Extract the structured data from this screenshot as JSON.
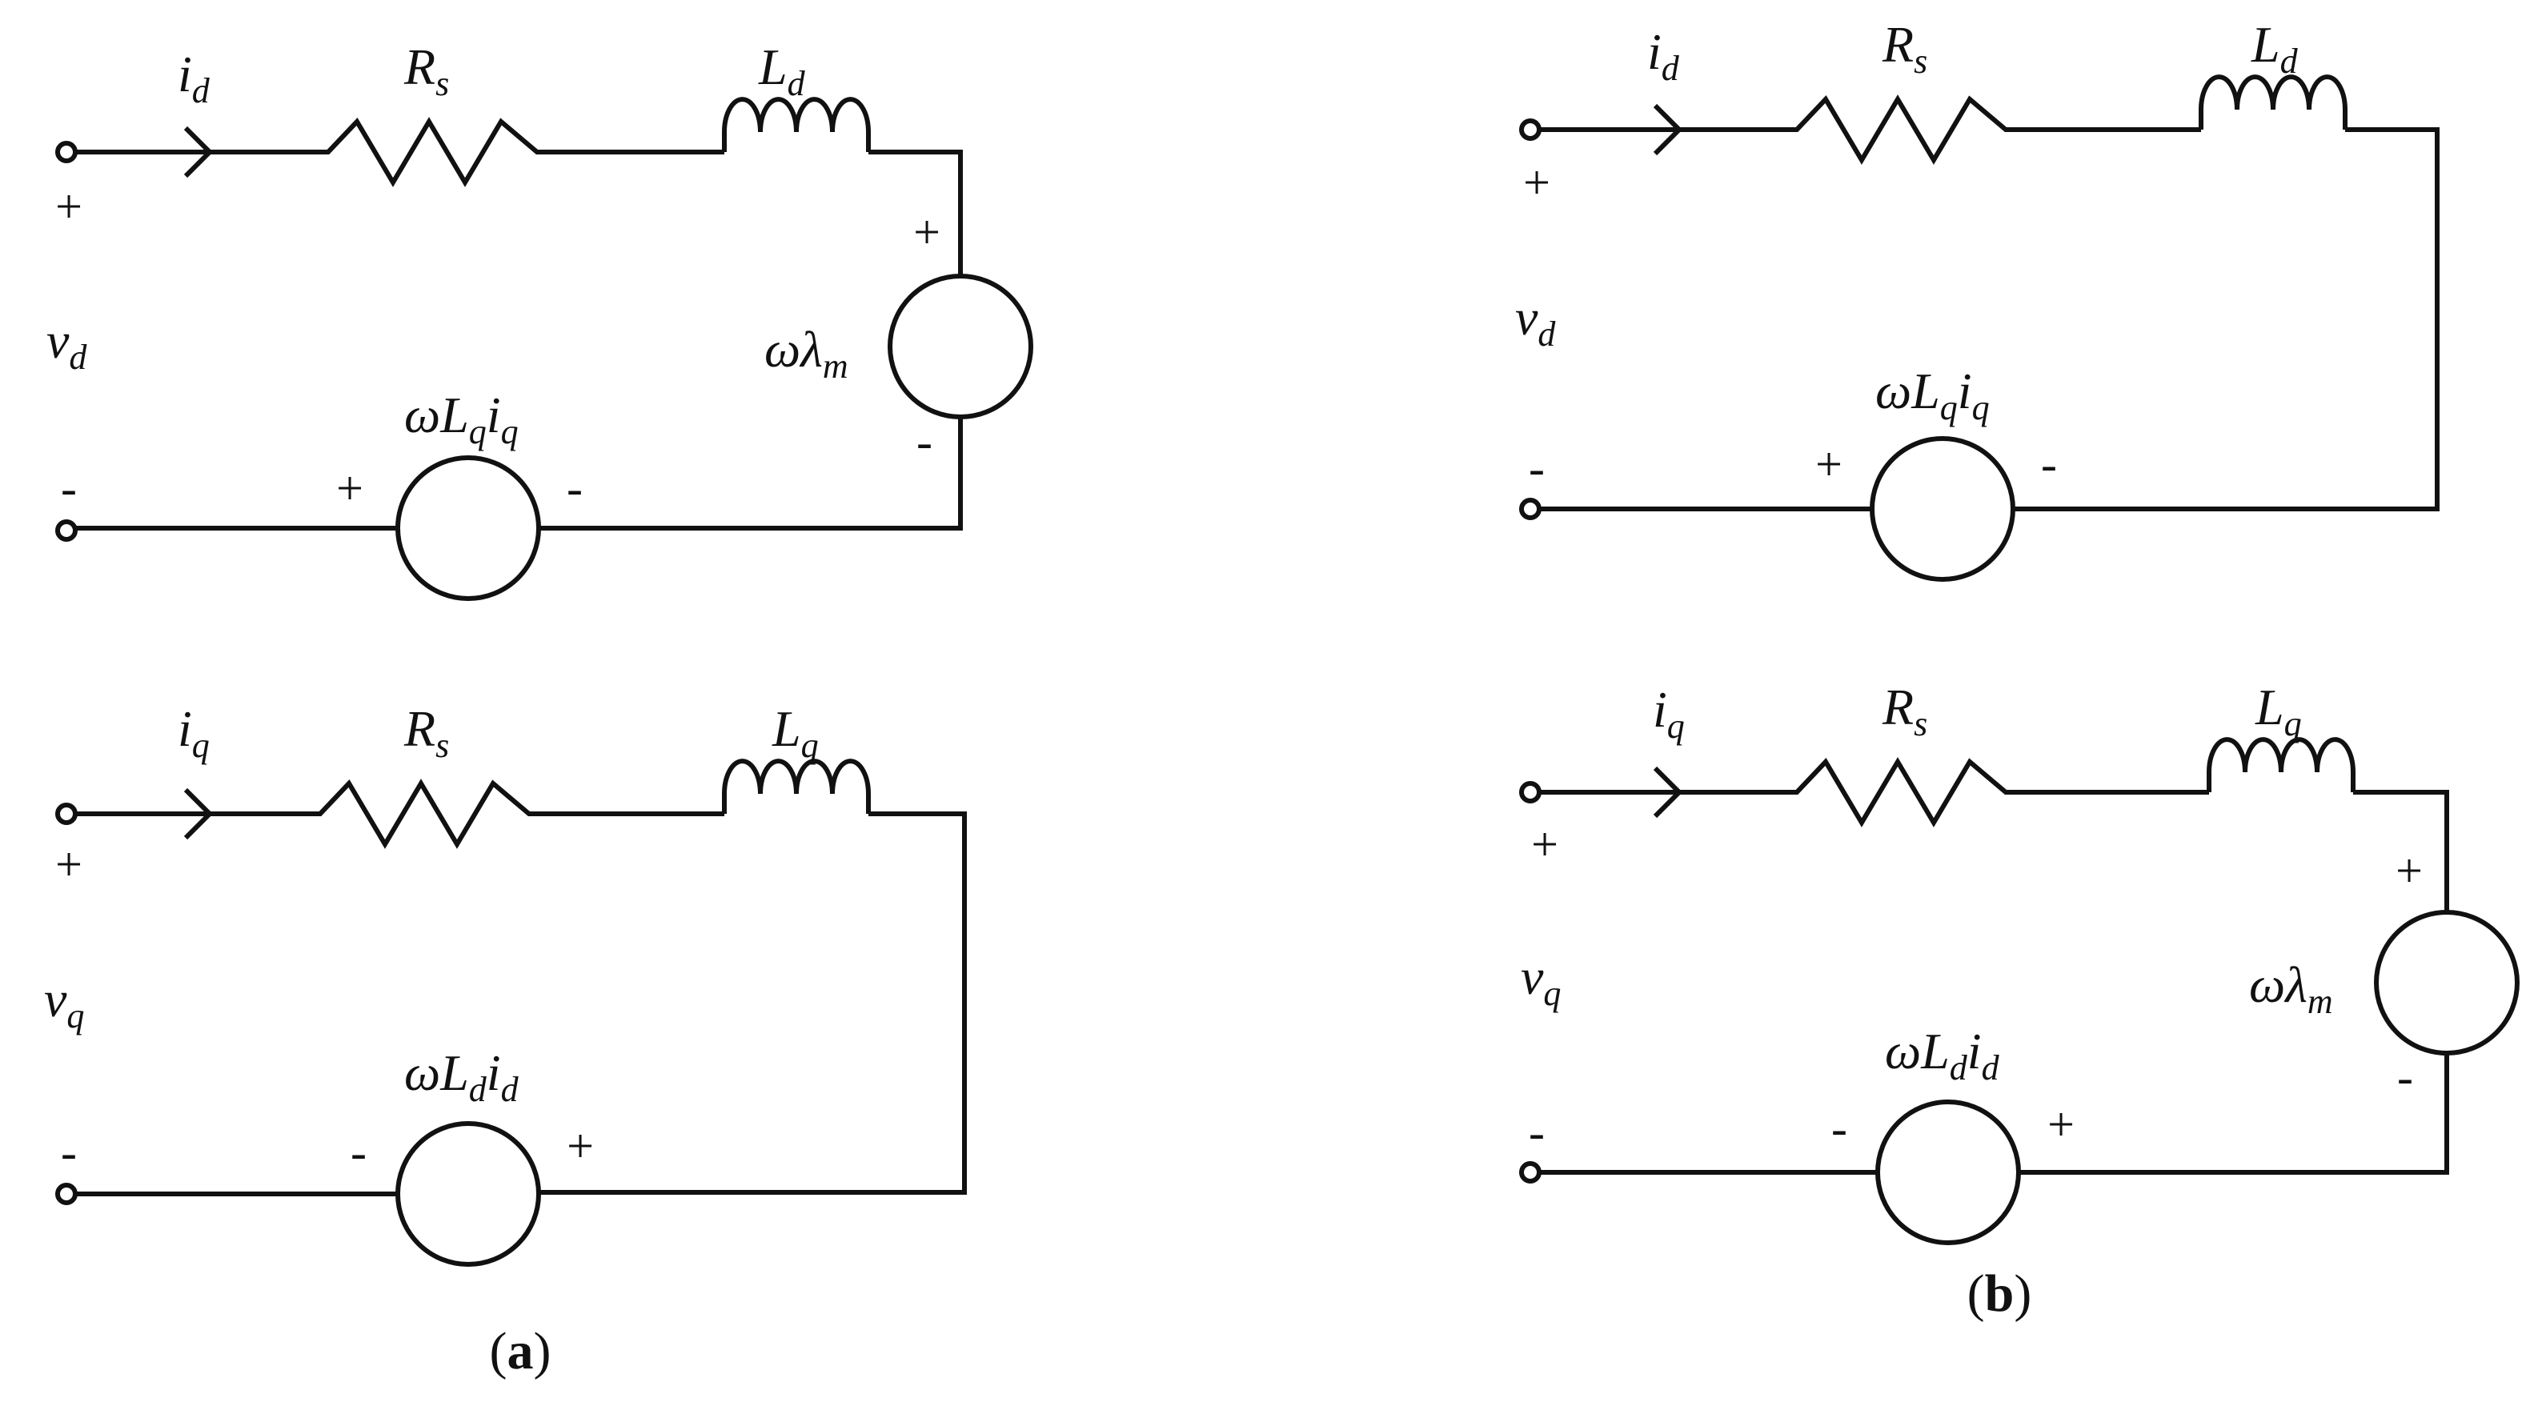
{
  "captions": [
    "a",
    "b"
  ],
  "labels": {
    "i_d": {
      "main": "i",
      "sub": "d"
    },
    "i_q": {
      "main": "i",
      "sub": "q"
    },
    "R_s": {
      "main": "R",
      "sub": "s"
    },
    "L_d": {
      "main": "L",
      "sub": "d"
    },
    "L_q": {
      "main": "L",
      "sub": "q"
    },
    "v_d": {
      "main": "v",
      "sub": "d"
    },
    "v_q": {
      "main": "v",
      "sub": "q"
    },
    "wLqiq": {
      "p1": "ωL",
      "s1": "q",
      "p2": "i",
      "s2": "q"
    },
    "wLdid": {
      "p1": "ωL",
      "s1": "d",
      "p2": "i",
      "s2": "d"
    },
    "wlm": {
      "p1": "ωλ",
      "s1": "m"
    }
  },
  "signs": {
    "plus": "+",
    "minus": "-"
  },
  "paren": {
    "open": "(",
    "close": ")"
  }
}
